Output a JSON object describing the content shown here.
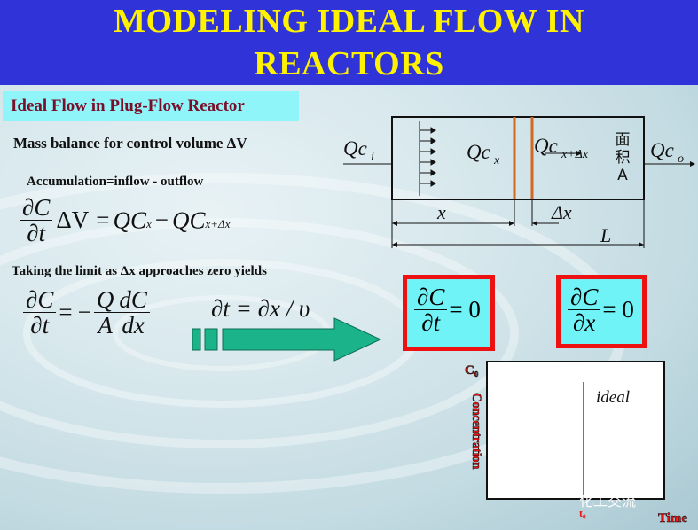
{
  "title": {
    "line1": "MODELING IDEAL FLOW IN",
    "line2": "REACTORS"
  },
  "subtitle": "Ideal Flow in Plug-Flow Reactor",
  "text": {
    "mass_balance": "Mass balance for control volume ΔV",
    "accumulation": "Accumulation=inflow - outflow",
    "limit": "Taking the limit as Δx approaches zero yields"
  },
  "equations": {
    "eq1": {
      "dC": "∂C",
      "dt": "∂t",
      "dV": "ΔV",
      "eq": "=",
      "QC1": "QC",
      "sub1": "x",
      "minus": "−",
      "QC2": "QC",
      "sub2": "x+Δx"
    },
    "eq2": {
      "dC": "∂C",
      "dt": "∂t",
      "eq": "=",
      "minus": "−",
      "Q": "Q",
      "A": "A",
      "dCdx_num": "dC",
      "dCdx_den": "dx"
    },
    "eq3": "∂t = ∂x / υ",
    "box1": {
      "num": "∂C",
      "den": "∂t",
      "rhs": "= 0"
    },
    "box2": {
      "num": "∂C",
      "den": "∂x",
      "rhs": "= 0"
    }
  },
  "reactor": {
    "inlet": "Qc",
    "inlet_sub": "i",
    "mid1": "Qc",
    "mid1_sub": "x",
    "mid2": "Qc",
    "mid2_sub": "x+Δx",
    "outlet": "Qc",
    "outlet_sub": "o",
    "x_label": "x",
    "dx_label": "Δx",
    "L_label": "L",
    "area_label": "面积A"
  },
  "graph": {
    "c0": "C₀",
    "ylabel": "Concentration",
    "xlabel": "Time",
    "t0": "t₀",
    "curve_label": "ideal"
  },
  "watermark": "化工交流",
  "colors": {
    "title_bg": "#2f33d8",
    "title_text": "#fff200",
    "subtitle_bg": "#8ff5f8",
    "subtitle_text": "#7a0e2a",
    "box_border": "#ee1111",
    "box_fill": "#6ff3f7",
    "arrow": "#1bb38a",
    "slice_line": "#d2691e"
  }
}
